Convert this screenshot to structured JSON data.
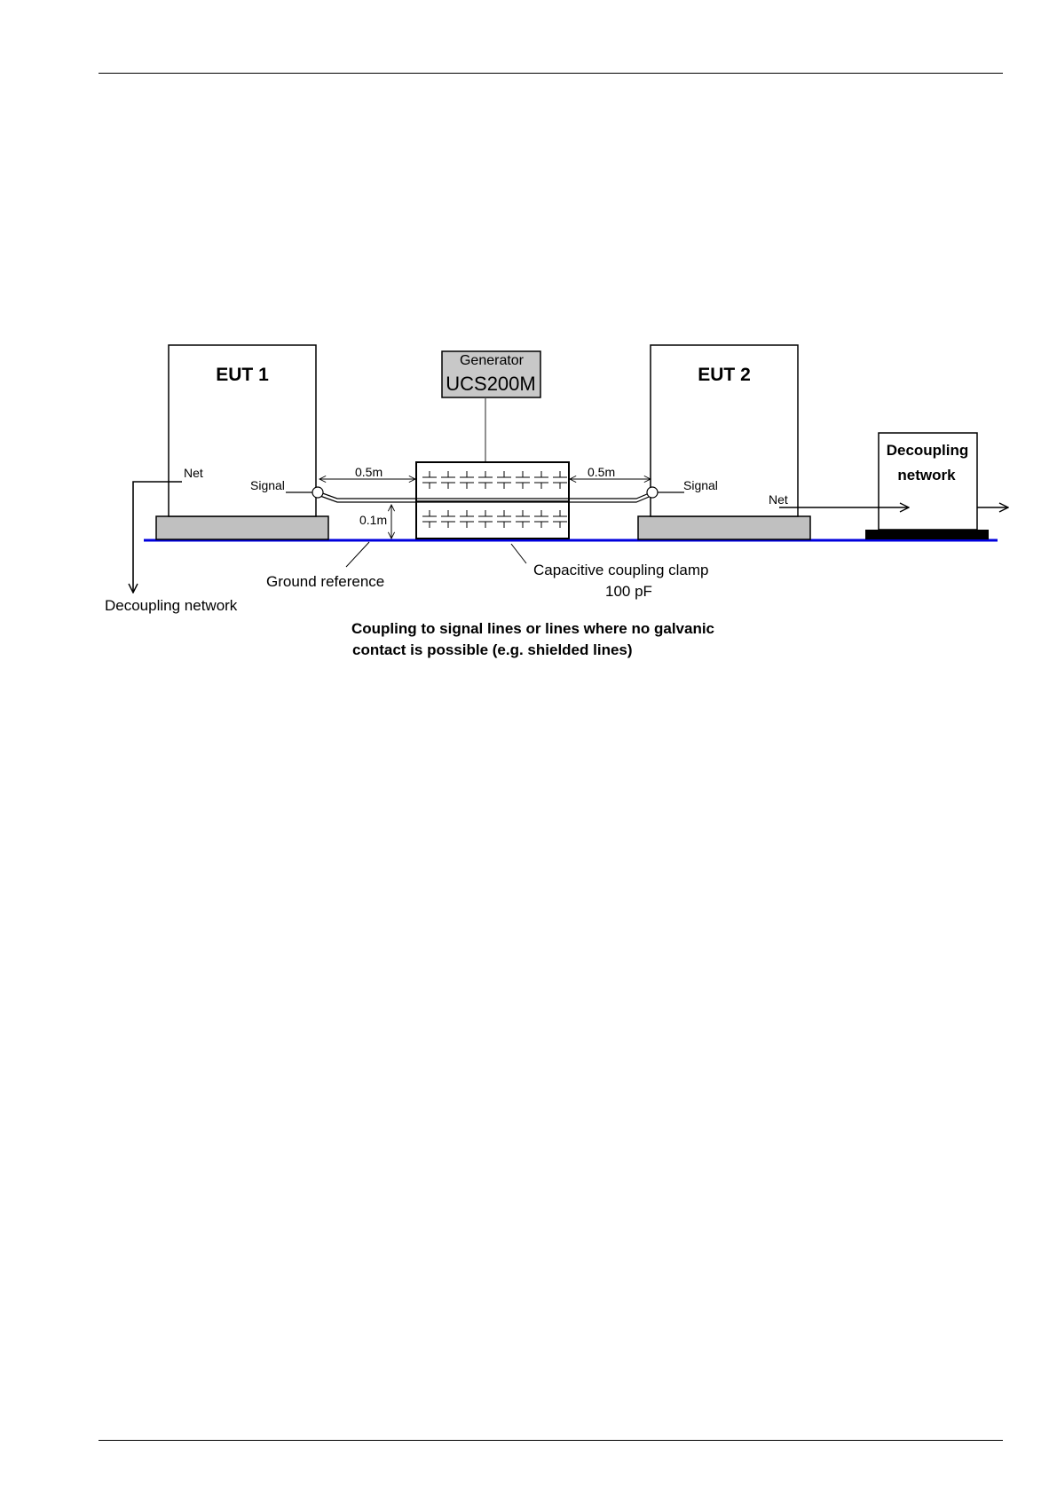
{
  "labels": {
    "eut1": "EUT 1",
    "eut2": "EUT 2",
    "generator": "Generator",
    "generator_model": "UCS200M",
    "decoupling_network_line1": "Decoupling",
    "decoupling_network_line2": "network",
    "net_left": "Net",
    "signal_left": "Signal",
    "signal_right": "Signal",
    "net_right": "Net",
    "dist_left": "0.5m",
    "dist_right": "0.5m",
    "height": "0.1m",
    "ground_reference": "Ground reference",
    "clamp_line1": "Capacitive coupling clamp",
    "clamp_line2": "100 pF",
    "decoupling_network_left": "Decoupling network",
    "caption_line1": "Coupling to signal lines or lines where no galvanic",
    "caption_line2": "contact is possible (e.g. shielded lines)"
  },
  "colors": {
    "ground": "#0000dd",
    "stand": "#c0c0c0",
    "generator_fill": "#c8c8c8",
    "network_base": "#000000"
  }
}
